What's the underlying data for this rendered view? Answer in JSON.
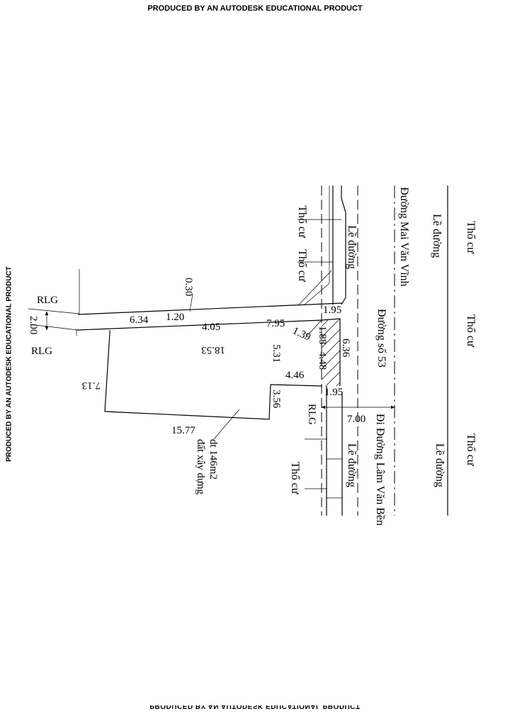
{
  "watermark": {
    "text": "PRODUCED BY AN AUTODESK EDUCATIONAL PRODUCT"
  },
  "roads": {
    "mai_van_vinh": "Đường Mai Văn Vĩnh",
    "so_53": "Đường số 53",
    "lam_van_ben": "Đi Đường Lâm Văn Bền"
  },
  "labels": {
    "tho_cu": "Thổ cư",
    "le_duong": "Lề đường",
    "rlg": "RLG",
    "area": "dt 146m2",
    "land_use": "đất xây dựng"
  },
  "dimensions": {
    "d_0_30": "0.30",
    "d_6_34": "6.34",
    "d_1_20": "1.20",
    "d_4_05": "4.05",
    "d_7_95": "7.95",
    "d_1_95": "1.95",
    "d_1_88": "1.88",
    "d_1_39": "1.39",
    "d_6_36": "6.36",
    "d_4_48": "4.48",
    "d_5_31": "5.31",
    "d_18_53": "18.53",
    "d_7_13": "7.13",
    "d_2_00": "2.00",
    "d_4_46": "4.46",
    "d_3_56": "3.56",
    "d_7_00": "7.00",
    "d_15_77": "15.77"
  }
}
